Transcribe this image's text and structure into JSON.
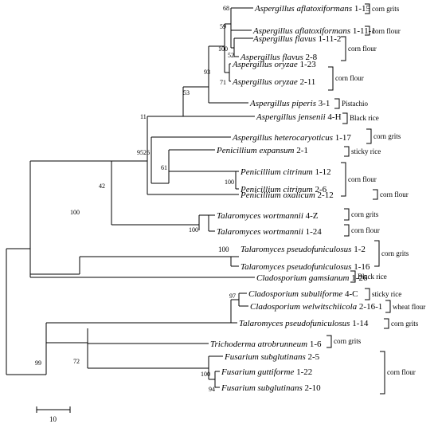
{
  "taxa": [
    {
      "species": "Aspergillus aflatoxiformans",
      "strain": "1-15"
    },
    {
      "species": "Aspergillus aflatoxiformans",
      "strain": "1-11-1"
    },
    {
      "species": "Aspergillus flavus",
      "strain": "1-11-2"
    },
    {
      "species": "Aspergillus flavus",
      "strain": "2-8"
    },
    {
      "species": "Aspergillus oryzae",
      "strain": "1-23"
    },
    {
      "species": "Aspergillus oryzae",
      "strain": "2-11"
    },
    {
      "species": "Aspergillus piperis",
      "strain": "3-1"
    },
    {
      "species": "Aspergillus jensenii",
      "strain": "4-H"
    },
    {
      "species": "Aspergillus heterocaryoticus",
      "strain": "1-17"
    },
    {
      "species": "Penicillium expansum",
      "strain": "2-1"
    },
    {
      "species": "Penicillium citrinum",
      "strain": "1-12"
    },
    {
      "species": "Penicillium citrinum",
      "strain": "2-6"
    },
    {
      "species": "Penicillium oxalicum",
      "strain": "2-12"
    },
    {
      "species": "Talaromyces wortmannii",
      "strain": "4-Z"
    },
    {
      "species": "Talaromyces wortmannii",
      "strain": "1-24"
    },
    {
      "species": "Talaromyces pseudofuniculosus",
      "strain": "1-2"
    },
    {
      "species": "Talaromyces pseudofuniculosus",
      "strain": "1-16"
    },
    {
      "species": "Cladosporium gamsianum",
      "strain": "1-26"
    },
    {
      "species": "Cladosporium subuliforme",
      "strain": "4-C"
    },
    {
      "species": "Cladosporium welwitschiicola",
      "strain": "2-16-1"
    },
    {
      "species": "Talaromyces pseudofuniculosus",
      "strain": "1-14"
    },
    {
      "species": "Trichoderma atrobrunneum",
      "strain": "1-6"
    },
    {
      "species": "Fusarium subglutinans",
      "strain": "2-5"
    },
    {
      "species": "Fusarium guttiforme",
      "strain": "1-22"
    },
    {
      "species": "Fusarium subglutinans",
      "strain": "2-10"
    }
  ],
  "bootstrap": [
    "68",
    "59",
    "100",
    "52",
    "71",
    "93",
    "53",
    "11",
    "9526",
    "61",
    "100",
    "42",
    "100",
    "100",
    "100",
    "97",
    "99",
    "72",
    "100",
    "94"
  ],
  "substrates": [
    "corn grits",
    "corn flour",
    "corn flour",
    "corn flour",
    "Pistachio",
    "Black rice",
    "corn grits",
    "sticky rice",
    "corn flour",
    "corn flour",
    "corn grits",
    "corn flour",
    "corn grits",
    "Black rice",
    "sticky rice",
    "wheat flour",
    "corn grits",
    "corn grits",
    "corn flour"
  ],
  "scale_bar": {
    "label": "10"
  }
}
